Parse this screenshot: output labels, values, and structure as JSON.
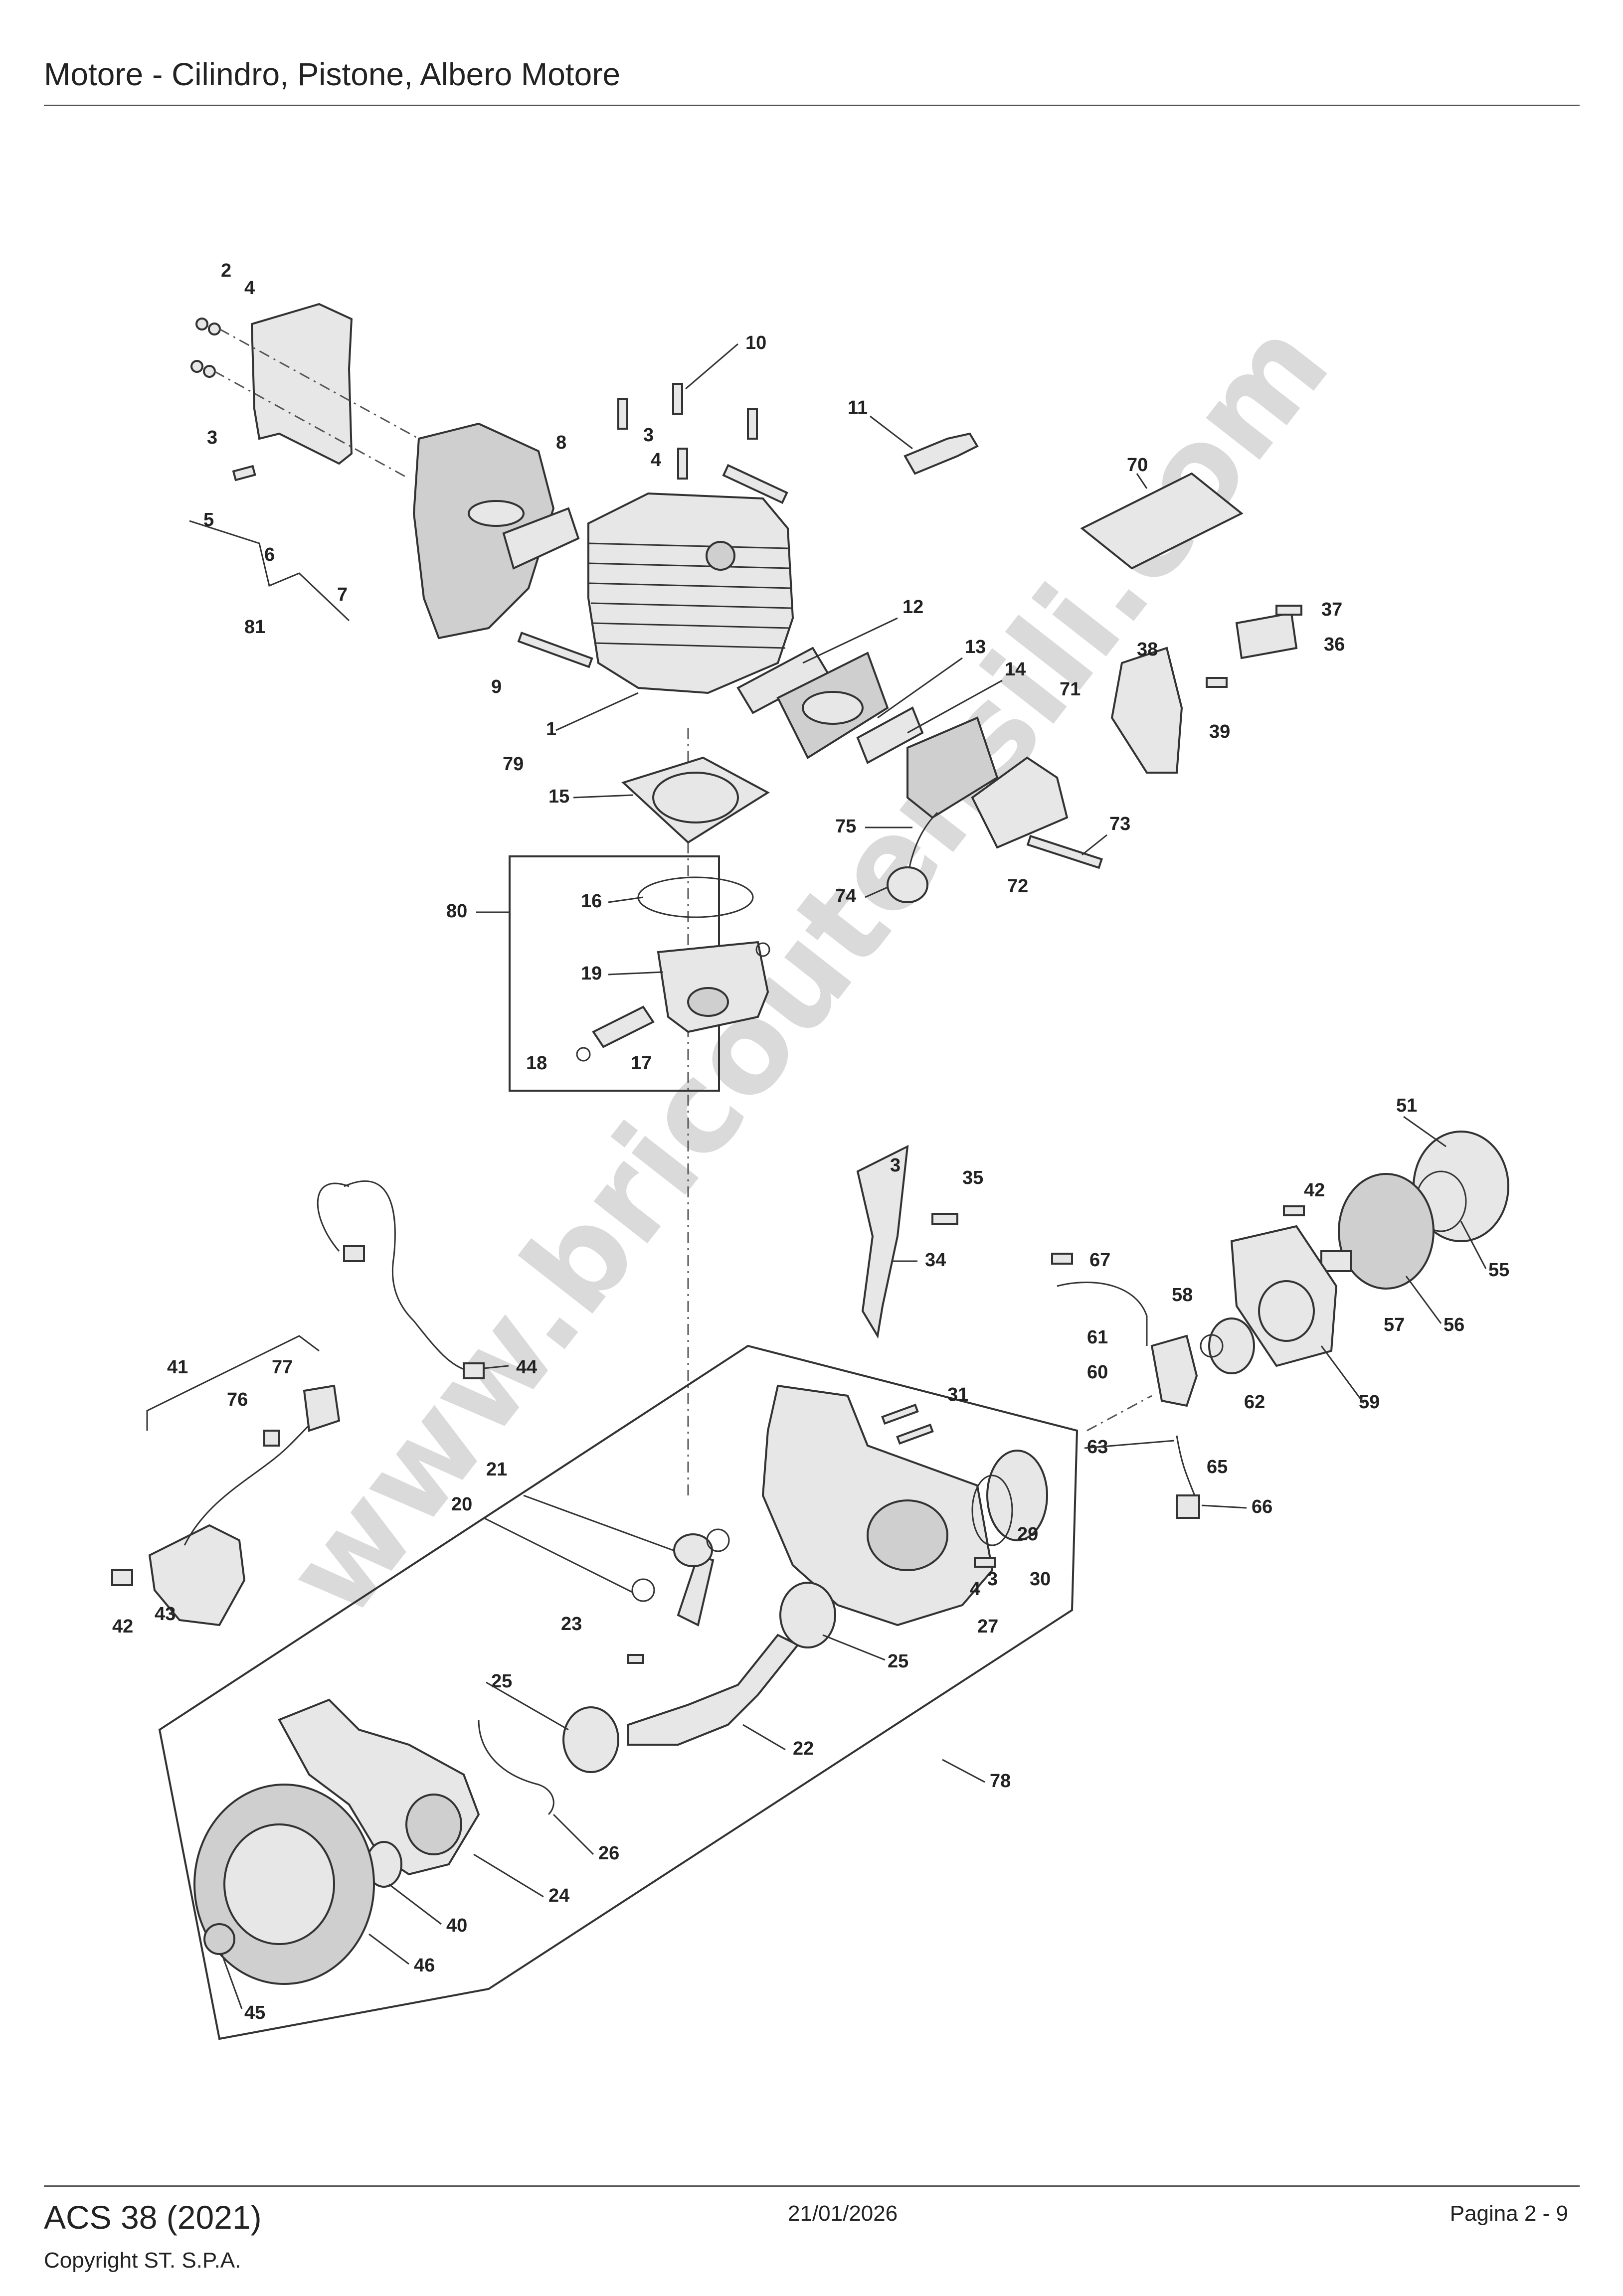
{
  "header": {
    "title": "Motore - Cilindro, Pistone, Albero Motore"
  },
  "footer": {
    "model": "ACS 38 (2021)",
    "copyright": "Copyright ST. S.P.A.",
    "date": "21/01/2026",
    "page": "Pagina 2 - 9"
  },
  "watermark": "www.bricoutensili.com",
  "callouts": {
    "c1": "1",
    "c2": "2",
    "c3": "3",
    "c4": "4",
    "c5": "5",
    "c6": "6",
    "c7": "7",
    "c8": "8",
    "c9": "9",
    "c10": "10",
    "c11": "11",
    "c12": "12",
    "c13": "13",
    "c14": "14",
    "c15": "15",
    "c16": "16",
    "c17": "17",
    "c18": "18",
    "c19": "19",
    "c20": "20",
    "c21": "21",
    "c22": "22",
    "c23": "23",
    "c24": "24",
    "c25": "25",
    "c26": "26",
    "c27": "27",
    "c29": "29",
    "c30": "30",
    "c31": "31",
    "c34": "34",
    "c35": "35",
    "c36": "36",
    "c37": "37",
    "c38": "38",
    "c39": "39",
    "c40": "40",
    "c41": "41",
    "c42": "42",
    "c43": "43",
    "c44": "44",
    "c45": "45",
    "c46": "46",
    "c51": "51",
    "c55": "55",
    "c56": "56",
    "c57": "57",
    "c58": "58",
    "c59": "59",
    "c60": "60",
    "c61": "61",
    "c62": "62",
    "c63": "63",
    "c65": "65",
    "c66": "66",
    "c67": "67",
    "c70": "70",
    "c71": "71",
    "c72": "72",
    "c73": "73",
    "c74": "74",
    "c75": "75",
    "c76": "76",
    "c77": "77",
    "c78": "78",
    "c79": "79",
    "c80": "80",
    "c81": "81"
  }
}
